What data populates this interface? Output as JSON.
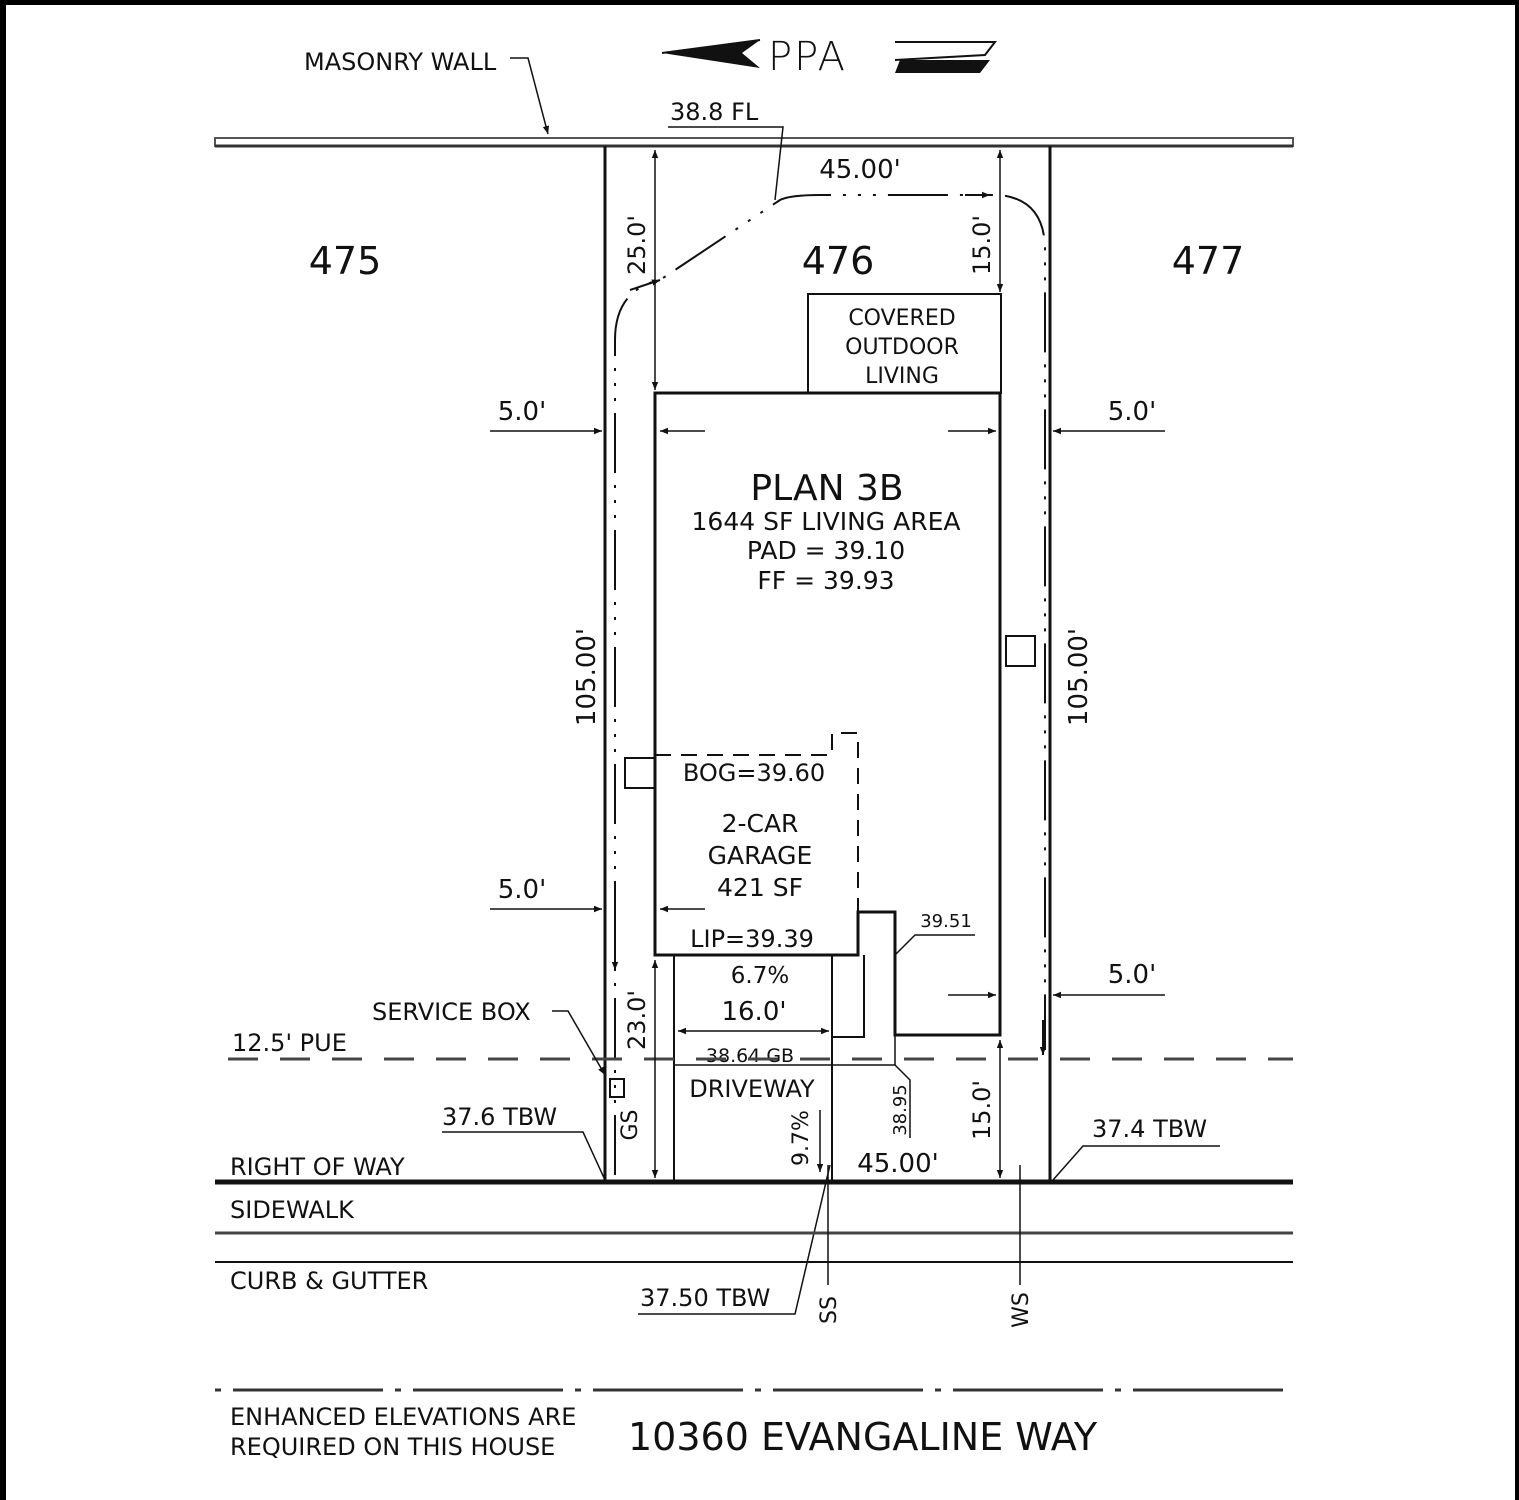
{
  "north_arrow": {
    "label": "PPA"
  },
  "labels": {
    "masonry_wall": "MASONRY WALL",
    "finish_floor_leader": "38.8 FL",
    "top_width": "45.00'",
    "bottom_width": "45.00'",
    "rear_setback_left": "25.0'",
    "rear_setback_right": "15.0'",
    "front_setback_left": "23.0'",
    "front_setback_right": "15.0'",
    "side_setback_left_upper": "5.0'",
    "side_setback_left_lower": "5.0'",
    "side_setback_right_upper": "5.0'",
    "side_setback_right_lower": "5.0'",
    "depth_left": "105.00'",
    "depth_right": "105.00'",
    "pue": "12.5' PUE",
    "service_box": "SERVICE BOX",
    "gs": "GS",
    "ss": "SS",
    "ws": "WS",
    "tbw_left": "37.6 TBW",
    "tbw_right": "37.4 TBW",
    "tbw_center": "37.50 TBW",
    "right_of_way": "RIGHT OF WAY",
    "sidewalk": "SIDEWALK",
    "curb_gutter": "CURB & GUTTER",
    "driveway": "DRIVEWAY",
    "driveway_width": "16.0'",
    "driveway_slope": "6.7%",
    "driveway_slope_lower": "9.7%",
    "gb": "38.64 GB",
    "elev_3895": "38.95",
    "elev_3951": "39.51"
  },
  "lots": [
    {
      "number": "475"
    },
    {
      "number": "476"
    },
    {
      "number": "477"
    }
  ],
  "house": {
    "plan": "PLAN 3B",
    "living_area": "1644 SF LIVING AREA",
    "pad": "PAD = 39.10",
    "ff": "FF = 39.93",
    "patio": [
      "COVERED",
      "OUTDOOR",
      "LIVING"
    ],
    "garage": {
      "bog": "BOG=39.60",
      "lines": [
        "2-CAR",
        "GARAGE",
        "421 SF"
      ],
      "lip": "LIP=39.39"
    }
  },
  "footer": {
    "note_line1": "ENHANCED ELEVATIONS ARE",
    "note_line2": "REQUIRED ON THIS HOUSE",
    "address": "10360 EVANGALINE WAY"
  }
}
